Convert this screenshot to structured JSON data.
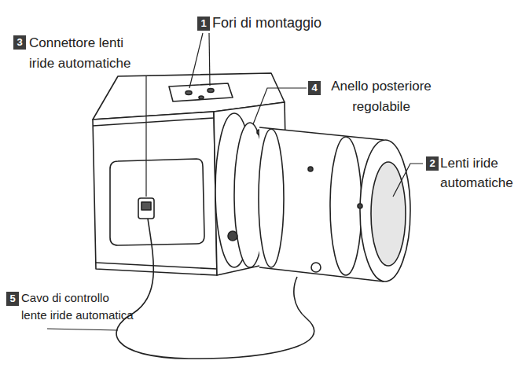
{
  "diagram": {
    "labels": [
      "1",
      "Fori di montaggio",
      "3",
      "Connettore lenti iride automatiche",
      "4",
      "Anello posteriore regolabile",
      "2",
      "Lenti iride automatiche",
      "5",
      "Cavo di controllo lente iride automatica"
    ]
  }
}
